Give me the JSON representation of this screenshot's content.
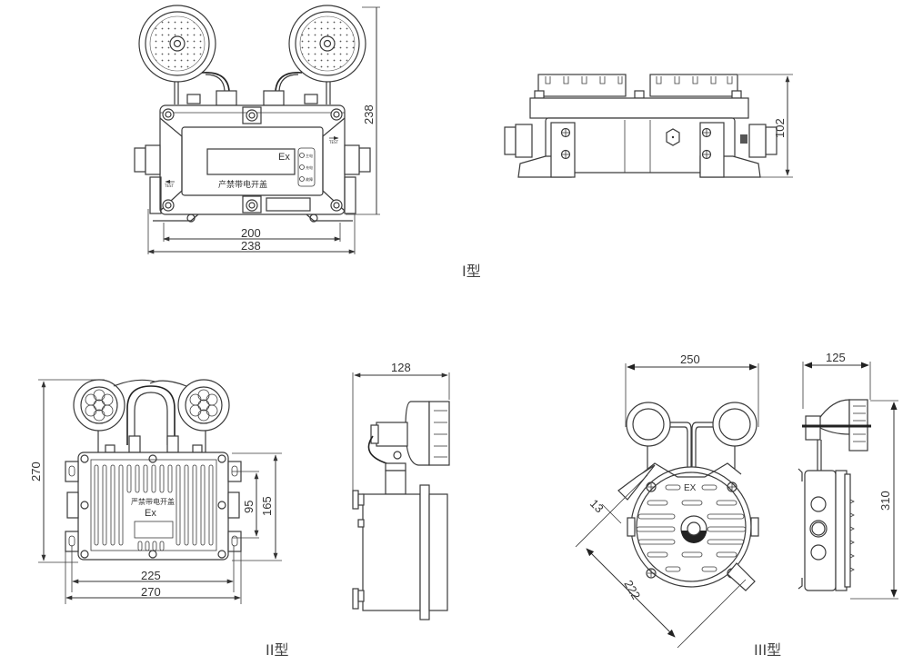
{
  "figure": {
    "type_i": {
      "caption": "I型",
      "panel_label": "产禁带电开盖",
      "ex_mark": "Ex",
      "indicators": [
        "主电",
        "充电",
        "故障"
      ],
      "test_label": "TEST",
      "front_view": {
        "height_label": "238",
        "inner_width_label": "200",
        "outer_width_label": "238"
      },
      "side_view": {
        "height_label": "102"
      }
    },
    "type_ii": {
      "caption": "II型",
      "panel_label": "严禁带电开盖",
      "ex_mark": "Ex",
      "front_view": {
        "height_label": "270",
        "inner_mount_label": "95",
        "outer_mount_label": "165",
        "inner_width_label": "225",
        "outer_width_label": "270"
      },
      "side_view": {
        "depth_label": "128"
      }
    },
    "type_iii": {
      "caption": "III型",
      "ex_mark": "EX",
      "front_view": {
        "width_label": "250",
        "diag_offset_label": "13",
        "diag_length_label": "222"
      },
      "side_view": {
        "depth_label": "125",
        "height_label": "310"
      }
    }
  }
}
